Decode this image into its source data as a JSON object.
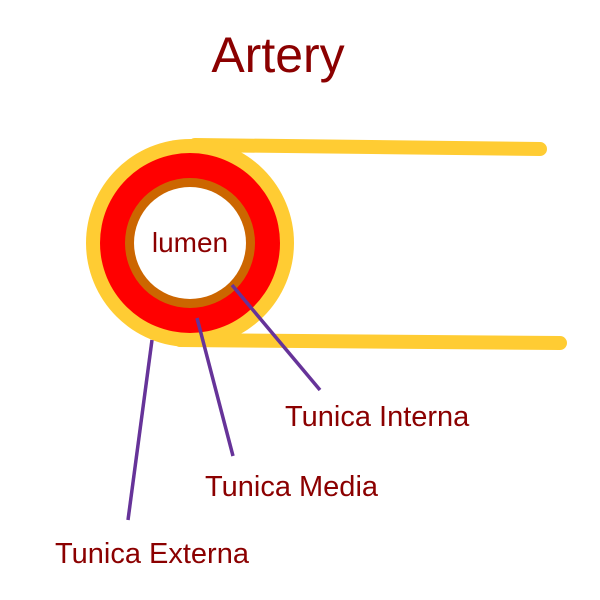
{
  "title": "Artery",
  "lumen_label": "lumen",
  "labels": {
    "interna": "Tunica Interna",
    "media": "Tunica Media",
    "externa": "Tunica Externa"
  },
  "colors": {
    "title_text": "#8b0000",
    "label_text": "#8b0000",
    "tunica_externa": "#ffcc33",
    "tunica_media": "#ff0000",
    "tunica_interna": "#cc6600",
    "lumen": "#ffffff",
    "leader_line": "#663399"
  }
}
